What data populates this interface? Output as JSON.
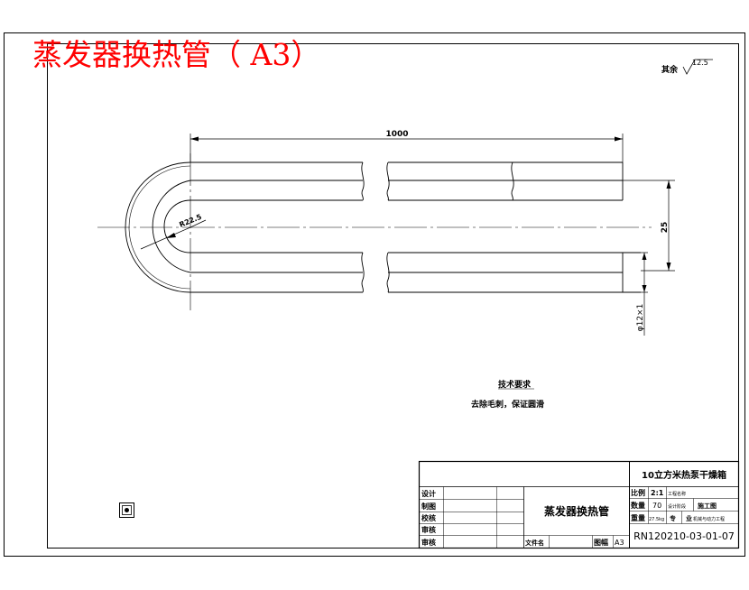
{
  "header": {
    "title": "蒸发器换热管（ A3）",
    "title_color": "#ff0000"
  },
  "roughness": {
    "prefix": "其余",
    "value": "12.5"
  },
  "dimensions": {
    "length": "1000",
    "radius": "R22.5",
    "spacing": "25",
    "tube": "φ12×1"
  },
  "tech_requirements": {
    "heading": "技术要求",
    "text": "去除毛刺，保证圆滑"
  },
  "title_block": {
    "project": "10立方米热泵干燥箱",
    "part_name": "蒸发器换热管",
    "drawing_number": "RN120210-03-01-07",
    "sheet_label": "图幅",
    "sheet_size": "A3",
    "file_label": "文件名",
    "left_rows": [
      "设计",
      "制图",
      "校核",
      "审核",
      "审核"
    ],
    "scale_label": "比例",
    "scale_value": "2:1",
    "qty_label": "数量",
    "qty_value": "70",
    "weight_label": "重量",
    "weight_value": "27.5kg",
    "cell_1": "工程名称",
    "cell_2": "设计阶段",
    "cell_3": "施工图",
    "cell_4": "专",
    "cell_5": "业",
    "cell_6": "机械与动力工程"
  }
}
